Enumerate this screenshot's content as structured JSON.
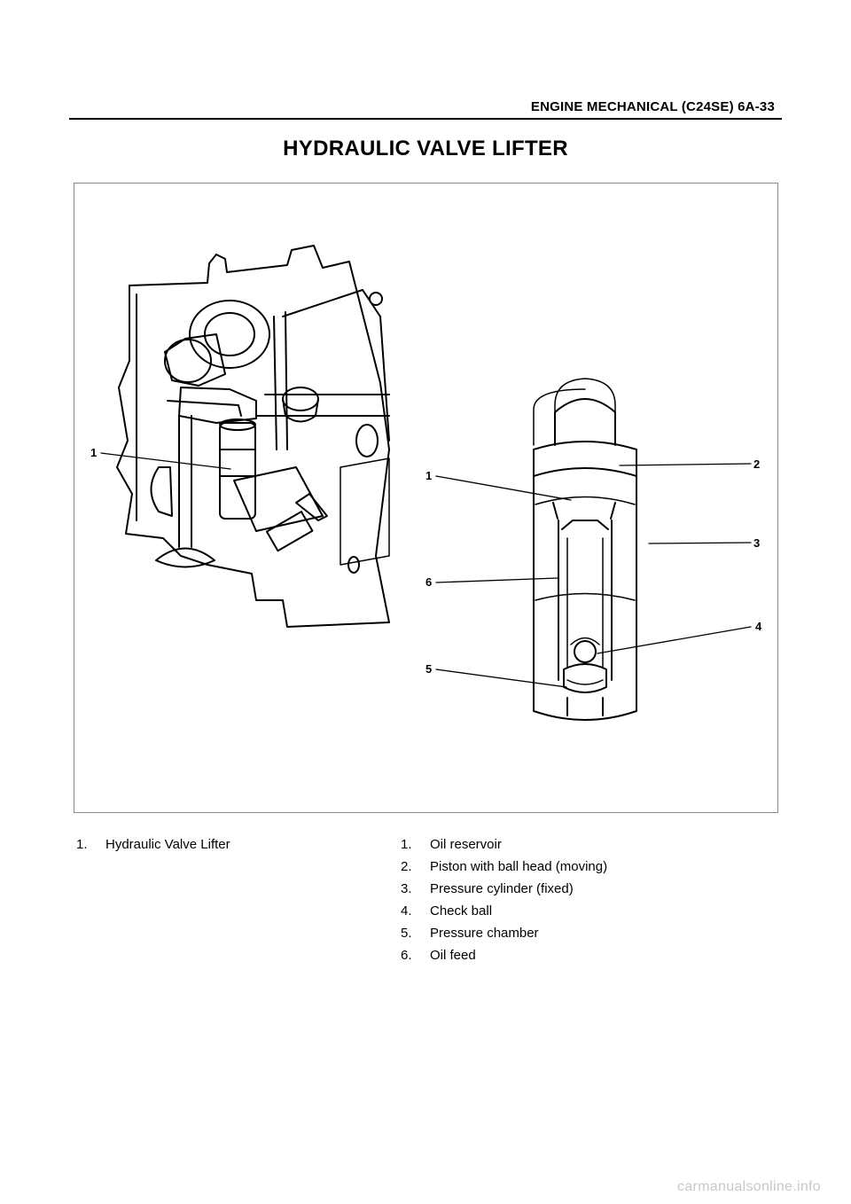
{
  "header": {
    "text": "ENGINE MECHANICAL (C24SE) 6A-33"
  },
  "title": "HYDRAULIC VALVE LIFTER",
  "figure": {
    "callouts_left": [
      "1"
    ],
    "callouts_right": [
      "1",
      "2",
      "3",
      "4",
      "5",
      "6"
    ]
  },
  "legend_left": [
    {
      "num": "1.",
      "text": "Hydraulic Valve Lifter"
    }
  ],
  "legend_right": [
    {
      "num": "1.",
      "text": "Oil reservoir"
    },
    {
      "num": "2.",
      "text": "Piston with ball head (moving)"
    },
    {
      "num": "3.",
      "text": "Pressure cylinder (fixed)"
    },
    {
      "num": "4.",
      "text": "Check ball"
    },
    {
      "num": "5.",
      "text": "Pressure chamber"
    },
    {
      "num": "6.",
      "text": "Oil feed"
    }
  ],
  "watermark": "carmanualsonline.info"
}
